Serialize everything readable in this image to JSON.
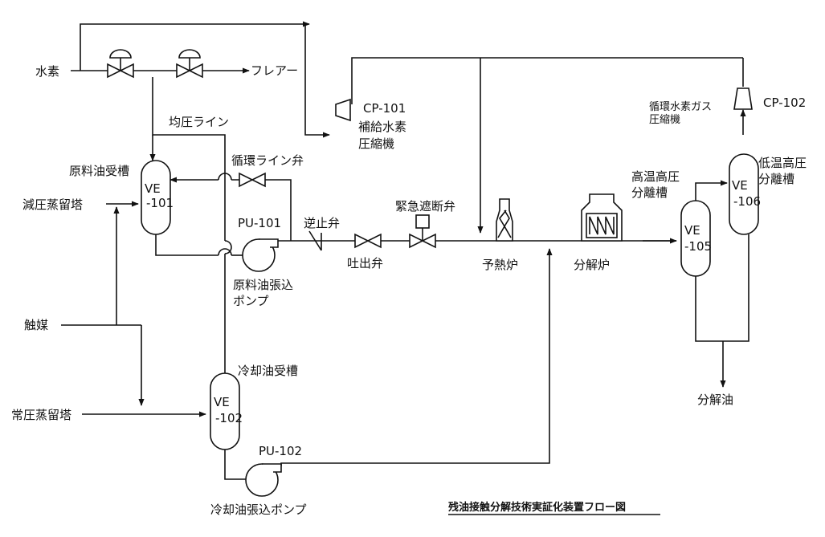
{
  "title": "残油接触分解技術実証化装置フロー図",
  "inputs": {
    "hydrogen": "水素",
    "vacuum_tower": "減圧蒸留塔",
    "catalyst": "触媒",
    "atm_tower": "常圧蒸留塔"
  },
  "outputs": {
    "flare": "フレアー",
    "cracked_oil": "分解油"
  },
  "equipment": {
    "ve101": {
      "name": "原料油受槽",
      "tag1": "VE",
      "tag2": "-101"
    },
    "ve102": {
      "name": "冷却油受槽",
      "tag1": "VE",
      "tag2": "-102"
    },
    "ve105": {
      "name1": "高温高圧",
      "name2": "分離槽",
      "tag1": "VE",
      "tag2": "-105"
    },
    "ve106": {
      "name1": "低温高圧",
      "name2": "分離槽",
      "tag1": "VE",
      "tag2": "-106"
    },
    "pu101": {
      "tag": "PU-101",
      "name1": "原料油張込",
      "name2": "ポンプ"
    },
    "pu102": {
      "tag": "PU-102",
      "name": "冷却油張込ポンプ"
    },
    "cp101": {
      "tag": "CP-101",
      "name1": "補給水素",
      "name2": "圧縮機"
    },
    "cp102": {
      "tag": "CP-102",
      "name1": "循環水素ガス",
      "name2": "圧縮機"
    },
    "preheater": "予熱炉",
    "cracker": "分解炉"
  },
  "lines": {
    "pressure_equalizing": "均圧ライン"
  },
  "valves": {
    "recycle": "循環ライン弁",
    "check": "逆止弁",
    "discharge": "吐出弁",
    "emergency": "緊急遮断弁"
  }
}
